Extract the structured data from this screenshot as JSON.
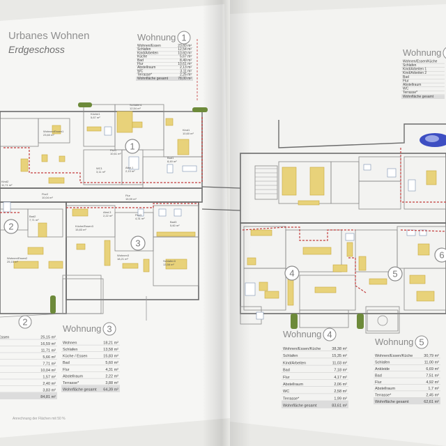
{
  "brochure": {
    "title": "Urbanes Wohnen",
    "subtitle": "Erdgeschoss",
    "wohnung_label": "Wohnung",
    "footnote": "Anrechnung der Flächen mit 50 %"
  },
  "markers": [
    "1",
    "2",
    "3",
    "4",
    "5",
    "6"
  ],
  "tables": {
    "w1": {
      "num": "1",
      "rows": [
        {
          "label": "Wohnen/Essen",
          "value": "23,60 m²"
        },
        {
          "label": "Schlafen",
          "value": "12,54 m²"
        },
        {
          "label": "Kind/Arbeiten",
          "value": "10,60 m²"
        },
        {
          "label": "Küche",
          "value": "5,67 m²"
        },
        {
          "label": "Bad",
          "value": "8,49 m²"
        },
        {
          "label": "Flur",
          "value": "10,61 m²"
        },
        {
          "label": "Abstellraum",
          "value": "2,13 m²"
        },
        {
          "label": "WC",
          "value": "3,11 m²"
        },
        {
          "label": "Terrasse*",
          "value": "2,25 m²"
        }
      ],
      "total": {
        "label": "Wohnfläche gesamt",
        "value": "78,00 m²"
      }
    },
    "w2": {
      "num": "2",
      "rows": [
        {
          "label": "Essen",
          "value": "25,15 m²"
        },
        {
          "label": "",
          "value": "16,59 m²"
        },
        {
          "label": "",
          "value": "11,71 m²"
        },
        {
          "label": "",
          "value": "5,66 m²"
        },
        {
          "label": "",
          "value": "7,71 m²"
        },
        {
          "label": "",
          "value": "10,04 m²"
        },
        {
          "label": "",
          "value": "1,57 m²"
        },
        {
          "label": "",
          "value": "2,40 m²"
        },
        {
          "label": "",
          "value": "3,83 m²"
        }
      ],
      "total": {
        "label": "",
        "value": "84,81 m²"
      }
    },
    "w3": {
      "num": "3",
      "rows": [
        {
          "label": "Wohnen",
          "value": "18,21 m²"
        },
        {
          "label": "Schlafen",
          "value": "13,58 m²"
        },
        {
          "label": "Küche / Essen",
          "value": "15,83 m²"
        },
        {
          "label": "Bad",
          "value": "5,60 m²"
        },
        {
          "label": "Flur",
          "value": "4,31 m²"
        },
        {
          "label": "Abstellraum",
          "value": "2,22 m²"
        },
        {
          "label": "Terrasse*",
          "value": "3,88 m²"
        }
      ],
      "total": {
        "label": "Wohnfläche gesamt",
        "value": "64,39 m²"
      }
    },
    "w4": {
      "num": "4",
      "rows": [
        {
          "label": "Wohnen/Essen/Küche",
          "value": "38,38 m²"
        },
        {
          "label": "Schlafen",
          "value": "15,35 m²"
        },
        {
          "label": "Kind/Arbeiten",
          "value": "11,03 m²"
        },
        {
          "label": "Bad",
          "value": "7,18 m²"
        },
        {
          "label": "Flur",
          "value": "4,17 m²"
        },
        {
          "label": "Abstellraum",
          "value": "2,06 m²"
        },
        {
          "label": "WC",
          "value": "2,58 m²"
        },
        {
          "label": "Terrasse*",
          "value": "1,99 m²"
        }
      ],
      "total": {
        "label": "Wohnfläche gesamt",
        "value": "83,61 m²"
      }
    },
    "w5": {
      "num": "5",
      "rows": [
        {
          "label": "Wohnen/Essen/Küche",
          "value": "30,79 m²"
        },
        {
          "label": "Schlafen",
          "value": "11,00 m²"
        },
        {
          "label": "Ankleide",
          "value": "6,69 m²"
        },
        {
          "label": "Bad",
          "value": "7,51 m²"
        },
        {
          "label": "Flur",
          "value": "4,92 m²"
        },
        {
          "label": "Abstellraum",
          "value": "1,7 m²"
        },
        {
          "label": "Terrasse*",
          "value": "2,45 m²"
        }
      ],
      "total": {
        "label": "Wohnfläche gesamt",
        "value": "62,61 m²"
      }
    },
    "w6": {
      "num": "6",
      "rows": [
        {
          "label": "Wohnen/Essen/Küche",
          "value": ""
        },
        {
          "label": "Schlafen",
          "value": ""
        },
        {
          "label": "Kind/Arbeiten 1",
          "value": ""
        },
        {
          "label": "Kind/Arbeiten 2",
          "value": ""
        },
        {
          "label": "Bad",
          "value": ""
        },
        {
          "label": "Flur",
          "value": ""
        },
        {
          "label": "Abstellraum",
          "value": ""
        },
        {
          "label": "WC",
          "value": ""
        },
        {
          "label": "Terrasse*",
          "value": ""
        }
      ],
      "total": {
        "label": "Wohnfläche gesamt",
        "value": ""
      }
    }
  },
  "rooms_left": [
    {
      "name": "Schlafen1",
      "area": "12,54 m²"
    },
    {
      "name": "Kind1",
      "area": "10,60 m²"
    },
    {
      "name": "Küche1",
      "area": "5,67 m²"
    },
    {
      "name": "Wohnen/Essen1",
      "area": "23,60 m²"
    },
    {
      "name": "Flur1",
      "area": "10,61 m²"
    },
    {
      "name": "Bad1",
      "area": "8,49 m²"
    },
    {
      "name": "WC1",
      "area": "3,11 m²"
    },
    {
      "name": "Abst.1",
      "area": "2,13 m²"
    },
    {
      "name": "Flur",
      "area": "15,99 m²"
    },
    {
      "name": "Küche/Essen3",
      "area": "15,83 m²"
    },
    {
      "name": "Wohnen3",
      "area": "18,21 m²"
    },
    {
      "name": "Schlafen3",
      "area": "13,58 m²"
    },
    {
      "name": "Bad3",
      "area": "5,60 m²"
    },
    {
      "name": "Flur3",
      "area": "4,31 m²"
    },
    {
      "name": "Abst.3",
      "area": "2,22 m²"
    },
    {
      "name": "Wohnen/Essen2",
      "area": "25,15 m²"
    },
    {
      "name": "Flur2",
      "area": "10,04 m²"
    },
    {
      "name": "Kind2",
      "area": "11,71 m²"
    },
    {
      "name": "Bad2",
      "area": "7,71 m²"
    }
  ],
  "colors": {
    "paper": "#f4f4f2",
    "background": "#e9e9e6",
    "wall": "#6b6b6b",
    "furniture": "#e8d27a",
    "furniture_stroke": "#c9a93c",
    "boundary_red": "#c23b3b",
    "hedge_green": "#6d8a3a",
    "car_blue": "#3d4ec2",
    "total_row": "#dcdcdc",
    "badge_border": "#8a8a8a"
  }
}
